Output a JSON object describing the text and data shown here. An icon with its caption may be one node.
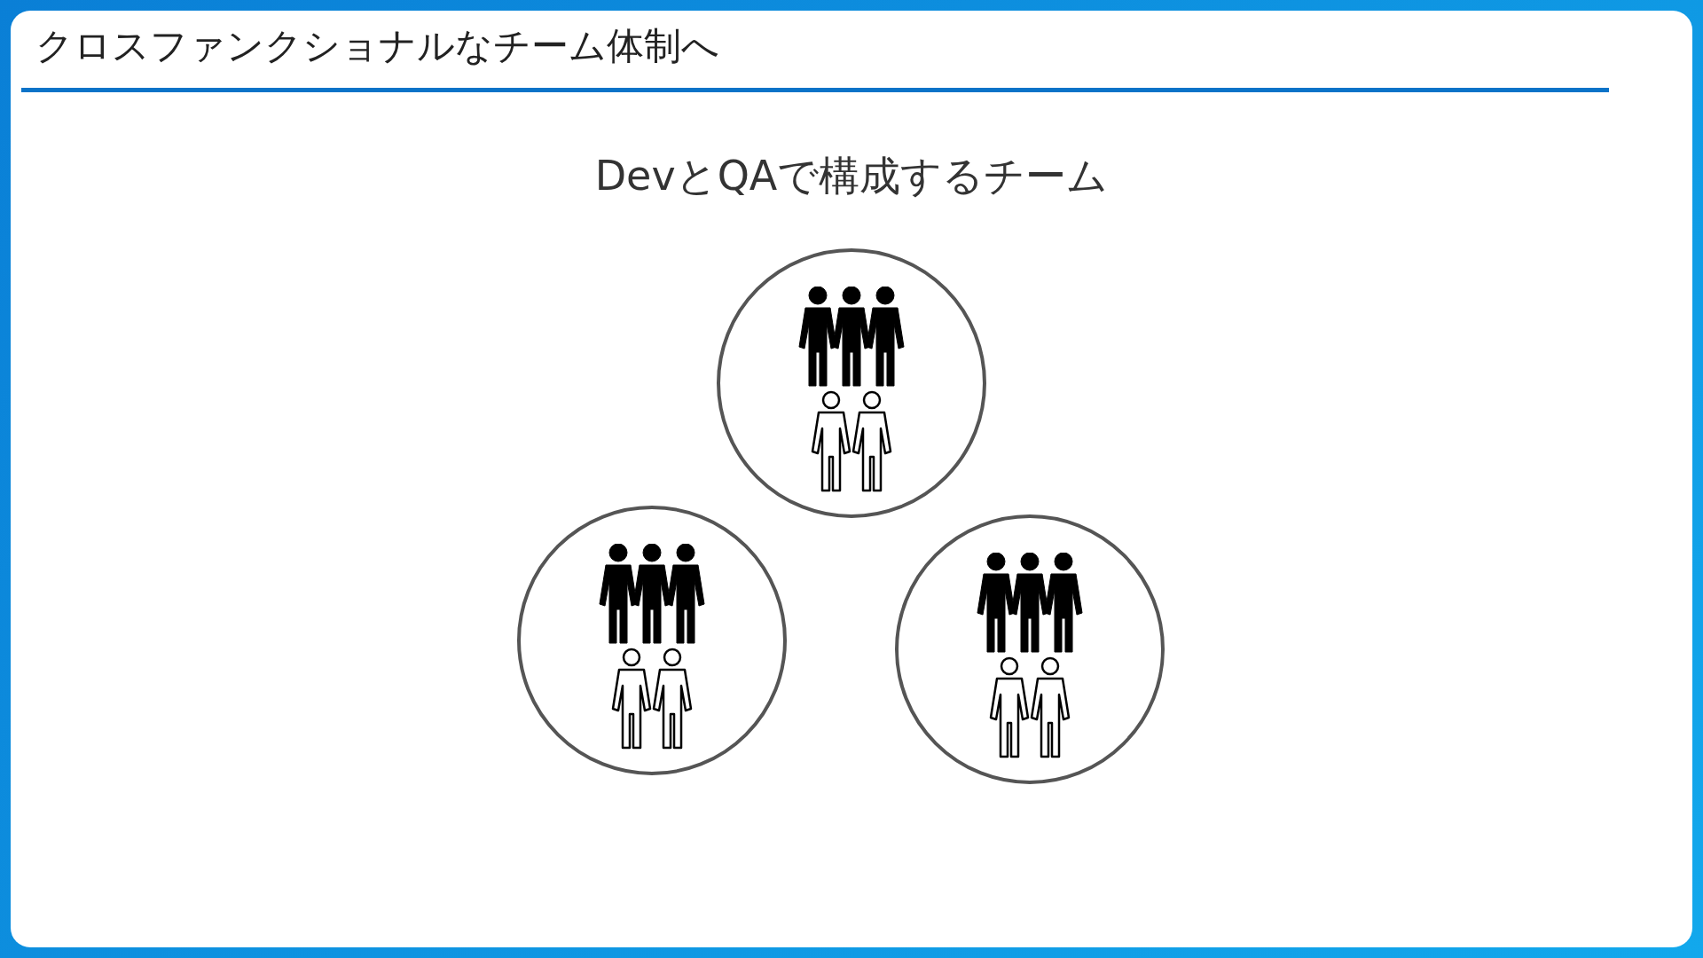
{
  "diagram": {
    "title": "クロスファンクショナルなチーム体制へ",
    "nodes": [
      {
        "text": [],
        "shape": "circle"
      },
      {
        "text": [],
        "shape": "circle"
      },
      {
        "text": [],
        "shape": "circle"
      }
    ],
    "labels": [
      "DevとQAで構成するチーム"
    ]
  }
}
